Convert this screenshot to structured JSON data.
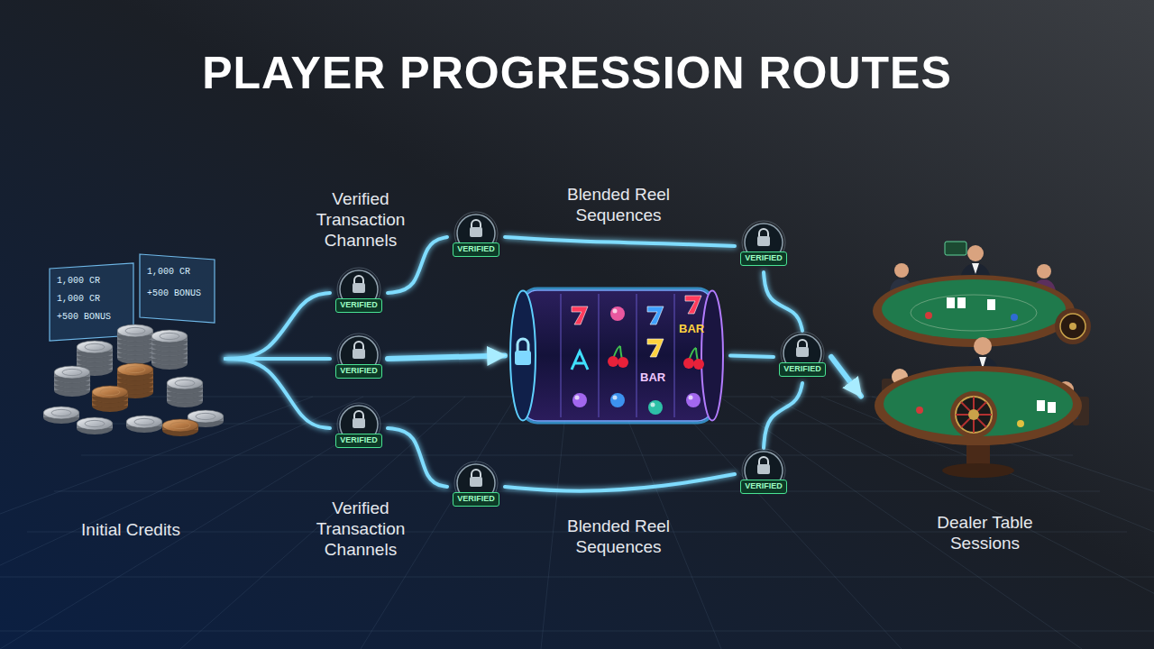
{
  "diagram": {
    "title": "PLAYER PROGRESSION ROUTES",
    "nodes": [
      {
        "text": [
          "Initial Credits"
        ]
      },
      {
        "text": [
          "VERIFIED"
        ]
      },
      {
        "text": [
          "VERIFIED"
        ]
      },
      {
        "text": [
          "VERIFIED"
        ]
      },
      {
        "text": [
          "VERIFIED"
        ]
      },
      {
        "text": [
          "VERIFIED"
        ]
      },
      {
        "text": [
          "BAR",
          "BAR"
        ]
      },
      {
        "text": [
          "VERIFIED"
        ]
      },
      {
        "text": [
          "VERIFIED"
        ]
      },
      {
        "text": [
          "VERIFIED"
        ]
      },
      {
        "text": [
          "Dealer Table Sessions"
        ]
      }
    ],
    "edges": [
      {
        "from": 0,
        "to": 1,
        "arrow": "none"
      },
      {
        "from": 0,
        "to": 2,
        "arrow": "none"
      },
      {
        "from": 0,
        "to": 3,
        "arrow": "none"
      },
      {
        "from": 1,
        "to": 4,
        "arrow": "none"
      },
      {
        "from": 2,
        "to": 6,
        "arrow": "to"
      },
      {
        "from": 3,
        "to": 5,
        "arrow": "none"
      },
      {
        "from": 4,
        "to": 7,
        "arrow": "none"
      },
      {
        "from": 6,
        "to": 8,
        "arrow": "none"
      },
      {
        "from": 5,
        "to": 9,
        "arrow": "none"
      },
      {
        "from": 7,
        "to": 8,
        "arrow": "none"
      },
      {
        "from": 9,
        "to": 8,
        "arrow": "none"
      },
      {
        "from": 8,
        "to": 10,
        "arrow": "to"
      }
    ],
    "labels": [
      "Verified Transaction Channels",
      "Blended Reel Sequences",
      "1,000 CR",
      "1,000 CR",
      "+500 BONUS",
      "1,000 CR",
      "+500 BONUS",
      "Verified Transaction Channels",
      "Blended Reel Sequences"
    ]
  }
}
